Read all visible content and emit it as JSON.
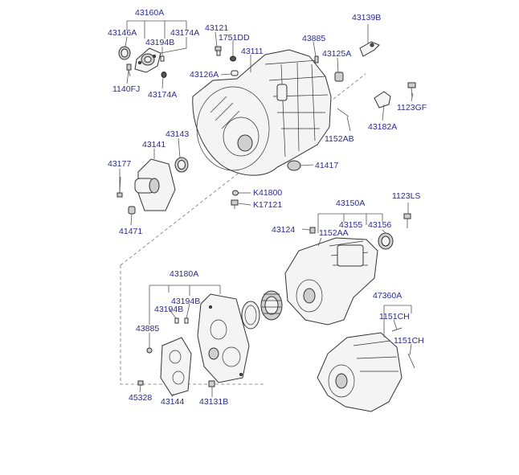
{
  "diagram": {
    "labels": {
      "l43160A": "43160A",
      "l43146A": "43146A",
      "l43194B_top": "43194B",
      "l43174A_top": "43174A",
      "l1140FJ": "1140FJ",
      "l43174A_bot": "43174A",
      "l43121": "43121",
      "l1751DD": "1751DD",
      "l43111": "43111",
      "l43126A": "43126A",
      "l43885_top": "43885",
      "l43125A": "43125A",
      "l43139B": "43139B",
      "l1123GF": "1123GF",
      "l43182A": "43182A",
      "l1152AB": "1152AB",
      "l41417": "41417",
      "l43143": "43143",
      "l43141": "43141",
      "l43177": "43177",
      "l41471": "41471",
      "lK41800": "K41800",
      "lK17121": "K17121",
      "l43150A": "43150A",
      "l1123LS": "1123LS",
      "l43124": "43124",
      "l43155": "43155",
      "l43156": "43156",
      "l1152AA": "1152AA",
      "l43180A": "43180A",
      "l43194B_a": "43194B",
      "l43194B_b": "43194B",
      "l43885_bot": "43885",
      "l45328": "45328",
      "l43144": "43144",
      "l43131B": "43131B",
      "l47360A": "47360A",
      "l1151CH_a": "1151CH",
      "l1151CH_b": "1151CH"
    }
  }
}
